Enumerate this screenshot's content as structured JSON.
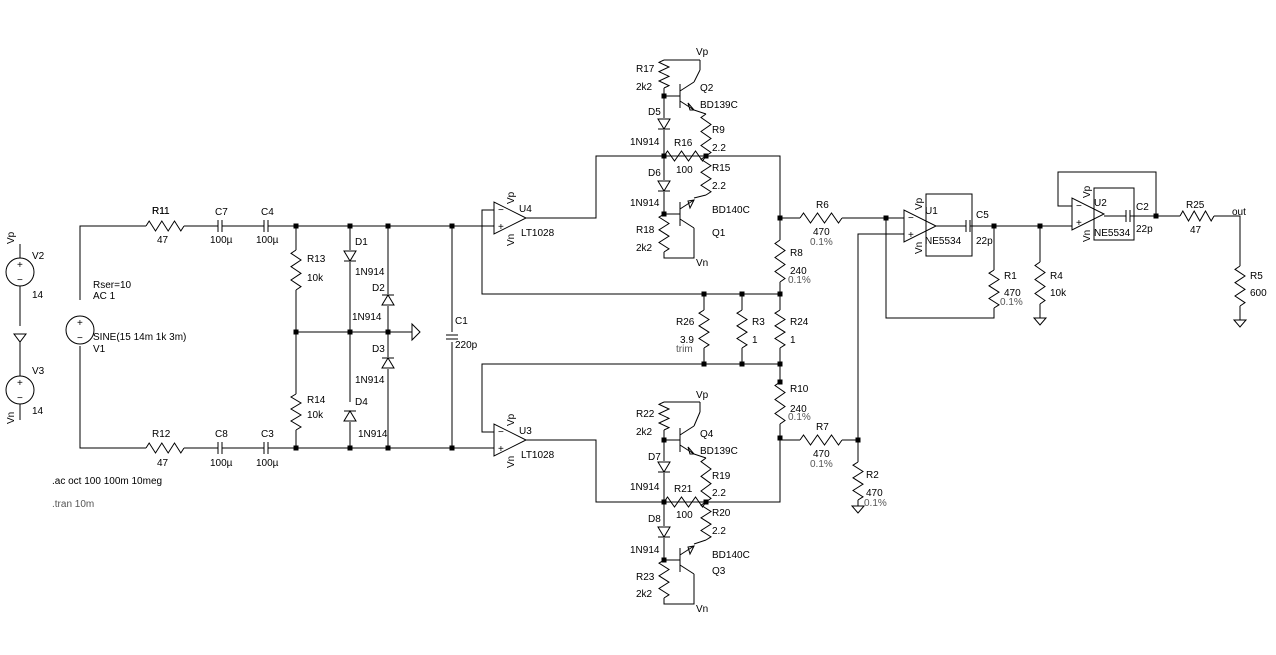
{
  "components": [
    {
      "id": "R11",
      "value": "47"
    },
    {
      "id": "R12",
      "value": "47"
    },
    {
      "id": "C7",
      "value": "100µ"
    },
    {
      "id": "C4",
      "value": "100µ"
    },
    {
      "id": "C8",
      "value": "100µ"
    },
    {
      "id": "C3",
      "value": "100µ"
    },
    {
      "id": "R13",
      "value": "10k"
    },
    {
      "id": "R14",
      "value": "10k"
    },
    {
      "id": "D1",
      "value": "1N914"
    },
    {
      "id": "D2",
      "value": "1N914"
    },
    {
      "id": "D3",
      "value": "1N914"
    },
    {
      "id": "D4",
      "value": "1N914"
    },
    {
      "id": "C1",
      "value": "220p"
    },
    {
      "id": "U4",
      "value": "LT1028"
    },
    {
      "id": "U3",
      "value": "LT1028"
    },
    {
      "id": "R17",
      "value": "2k2"
    },
    {
      "id": "R18",
      "value": "2k2"
    },
    {
      "id": "R22",
      "value": "2k2"
    },
    {
      "id": "R23",
      "value": "2k2"
    },
    {
      "id": "D5",
      "value": "1N914"
    },
    {
      "id": "D6",
      "value": "1N914"
    },
    {
      "id": "D7",
      "value": "1N914"
    },
    {
      "id": "D8",
      "value": "1N914"
    },
    {
      "id": "Q2",
      "value": "BD139C"
    },
    {
      "id": "Q1",
      "value": "BD140C"
    },
    {
      "id": "Q4",
      "value": "BD139C"
    },
    {
      "id": "Q3",
      "value": "BD140C"
    },
    {
      "id": "R9",
      "value": "2.2"
    },
    {
      "id": "R15",
      "value": "2.2"
    },
    {
      "id": "R19",
      "value": "2.2"
    },
    {
      "id": "R20",
      "value": "2.2"
    },
    {
      "id": "R16",
      "value": "100"
    },
    {
      "id": "R21",
      "value": "100"
    },
    {
      "id": "R6",
      "value": "470",
      "tol": "0.1%"
    },
    {
      "id": "R7",
      "value": "470",
      "tol": "0.1%"
    },
    {
      "id": "R8",
      "value": "240",
      "tol": "0.1%"
    },
    {
      "id": "R10",
      "value": "240",
      "tol": "0.1%"
    },
    {
      "id": "R26",
      "value": "3.9",
      "extra": "trim"
    },
    {
      "id": "R3",
      "value": "1"
    },
    {
      "id": "R24",
      "value": "1"
    },
    {
      "id": "U1",
      "value": "NE5534"
    },
    {
      "id": "U2",
      "value": "NE5534"
    },
    {
      "id": "C5",
      "value": "22p"
    },
    {
      "id": "C2",
      "value": "22p"
    },
    {
      "id": "R1",
      "value": "470",
      "tol": "0.1%"
    },
    {
      "id": "R2",
      "value": "470",
      "tol": "0.1%"
    },
    {
      "id": "R4",
      "value": "10k"
    },
    {
      "id": "R25",
      "value": "47"
    },
    {
      "id": "R5",
      "value": "600"
    },
    {
      "id": "V1",
      "value": "SINE(15 14m 1k 3m)"
    },
    {
      "id": "V2",
      "value": "14"
    },
    {
      "id": "V3",
      "value": "14"
    }
  ],
  "source": {
    "rser": "Rser=10",
    "ac": "AC 1"
  },
  "nets": {
    "vp": "Vp",
    "vn": "Vn",
    "out": "out"
  },
  "directives": {
    "ac": ".ac oct 100 100m 10meg",
    "tran": ".tran 10m"
  }
}
